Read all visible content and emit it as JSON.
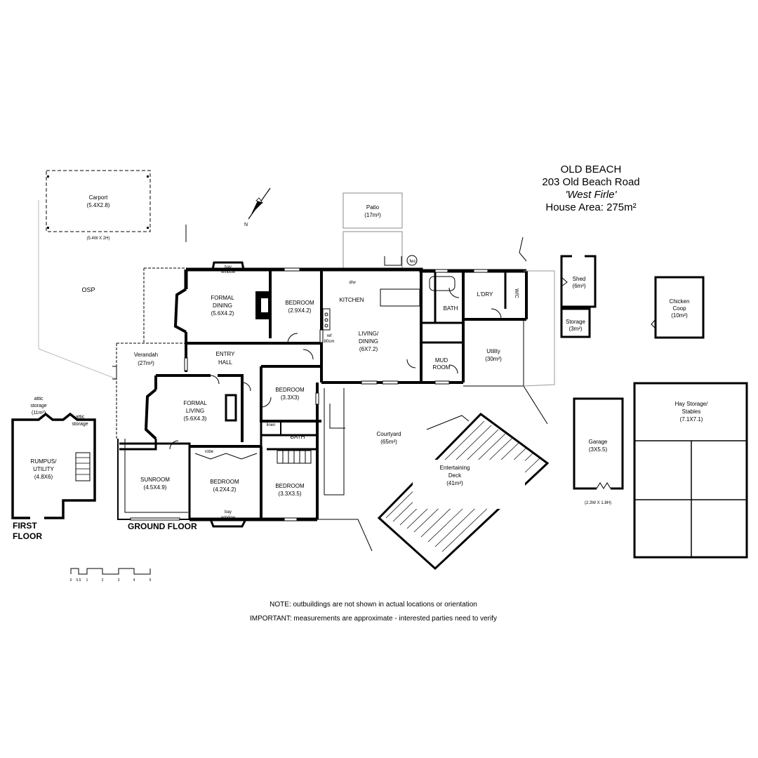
{
  "header": {
    "suburb": "OLD BEACH",
    "address": "203 Old Beach Road",
    "property_name": "'West Firle'",
    "house_area": "House Area: 275m²"
  },
  "rooms": {
    "carport": {
      "name": "Carport",
      "size": "(5.4X2.8)",
      "note": "(5.4W X 2H)"
    },
    "osp": "OSP",
    "patio": {
      "name": "Patio",
      "size": "(17m²)"
    },
    "verandah": {
      "name": "Verandah",
      "size": "(27m²)"
    },
    "formal_dining": {
      "line1": "FORMAL",
      "line2": "DINING",
      "size": "(5.6X4.2)"
    },
    "bedroom1": {
      "name": "BEDROOM",
      "size": "(2.9X4.2)"
    },
    "kitchen": "KITCHEN",
    "living_dining": {
      "line1": "LIVING/",
      "line2": "DINING",
      "size": "(6X7.2)"
    },
    "entry_hall": {
      "line1": "ENTRY",
      "line2": "HALL"
    },
    "formal_living": {
      "line1": "FORMAL",
      "line2": "LIVING",
      "size": "(5.6X4.3)"
    },
    "bedroom2": {
      "name": "BEDROOM",
      "size": "(3.3X3)"
    },
    "linen": "linen",
    "bath1": "BATH",
    "bath2": "BATH",
    "sunroom": {
      "name": "SUNROOM",
      "size": "(4.5X4.9)"
    },
    "bedroom3": {
      "name": "BEDROOM",
      "size": "(4.2X4.2)"
    },
    "robe": "robe",
    "bedroom4": {
      "name": "BEDROOM",
      "size": "(3.3X3.5)"
    },
    "bay_window_top": {
      "line1": "bay",
      "line2": "window"
    },
    "bay_window_bottom": {
      "line1": "bay",
      "line2": "window"
    },
    "laundry": "L'DRY",
    "wc": "W/C",
    "mud_room": {
      "line1": "MUD",
      "line2": "ROOM"
    },
    "utility": {
      "name": "Utility",
      "size": "(30m²)"
    },
    "courtyard": {
      "name": "Courtyard",
      "size": "(65m²)"
    },
    "entertaining_deck": {
      "name": "Entertaining",
      "line2": "Deck",
      "size": "(41m²)"
    },
    "shed": {
      "name": "Shed",
      "size": "(6m²)"
    },
    "storage": {
      "name": "Storage",
      "size": "(3m²)"
    },
    "chicken_coop": {
      "line1": "Chicken",
      "line2": "Coop",
      "size": "(10m²)"
    },
    "garage": {
      "name": "Garage",
      "size": "(3X5.5)",
      "note": "(2.3W X 1.8H)"
    },
    "hay_storage": {
      "line1": "Hay Storage/",
      "line2": "Stables",
      "size": "(7.1X7.1)"
    },
    "rumpus": {
      "line1": "RUMPUS/",
      "line2": "UTILITY",
      "size": "(4.8X6)"
    },
    "attic_storage_1": {
      "line1": "attic",
      "line2": "storage",
      "size": "(11m²)"
    },
    "attic_storage_2": {
      "line1": "attic",
      "line2": "storage"
    }
  },
  "fixtures": {
    "dw": "d/w",
    "ref": "ref",
    "ref_width": "80cm",
    "fwc": "fwc"
  },
  "floor_labels": {
    "ground": "GROUND FLOOR",
    "first_line1": "FIRST",
    "first_line2": "FLOOR"
  },
  "compass": {
    "north": "N"
  },
  "scale_bar": {
    "ticks": [
      "0",
      "0.5",
      "1",
      "2",
      "3",
      "4",
      "5"
    ]
  },
  "notes": {
    "note1": "NOTE: outbuildings are not shown in actual locations or orientation",
    "note2": "IMPORTANT: measurements are approximate - interested parties need to verify"
  }
}
